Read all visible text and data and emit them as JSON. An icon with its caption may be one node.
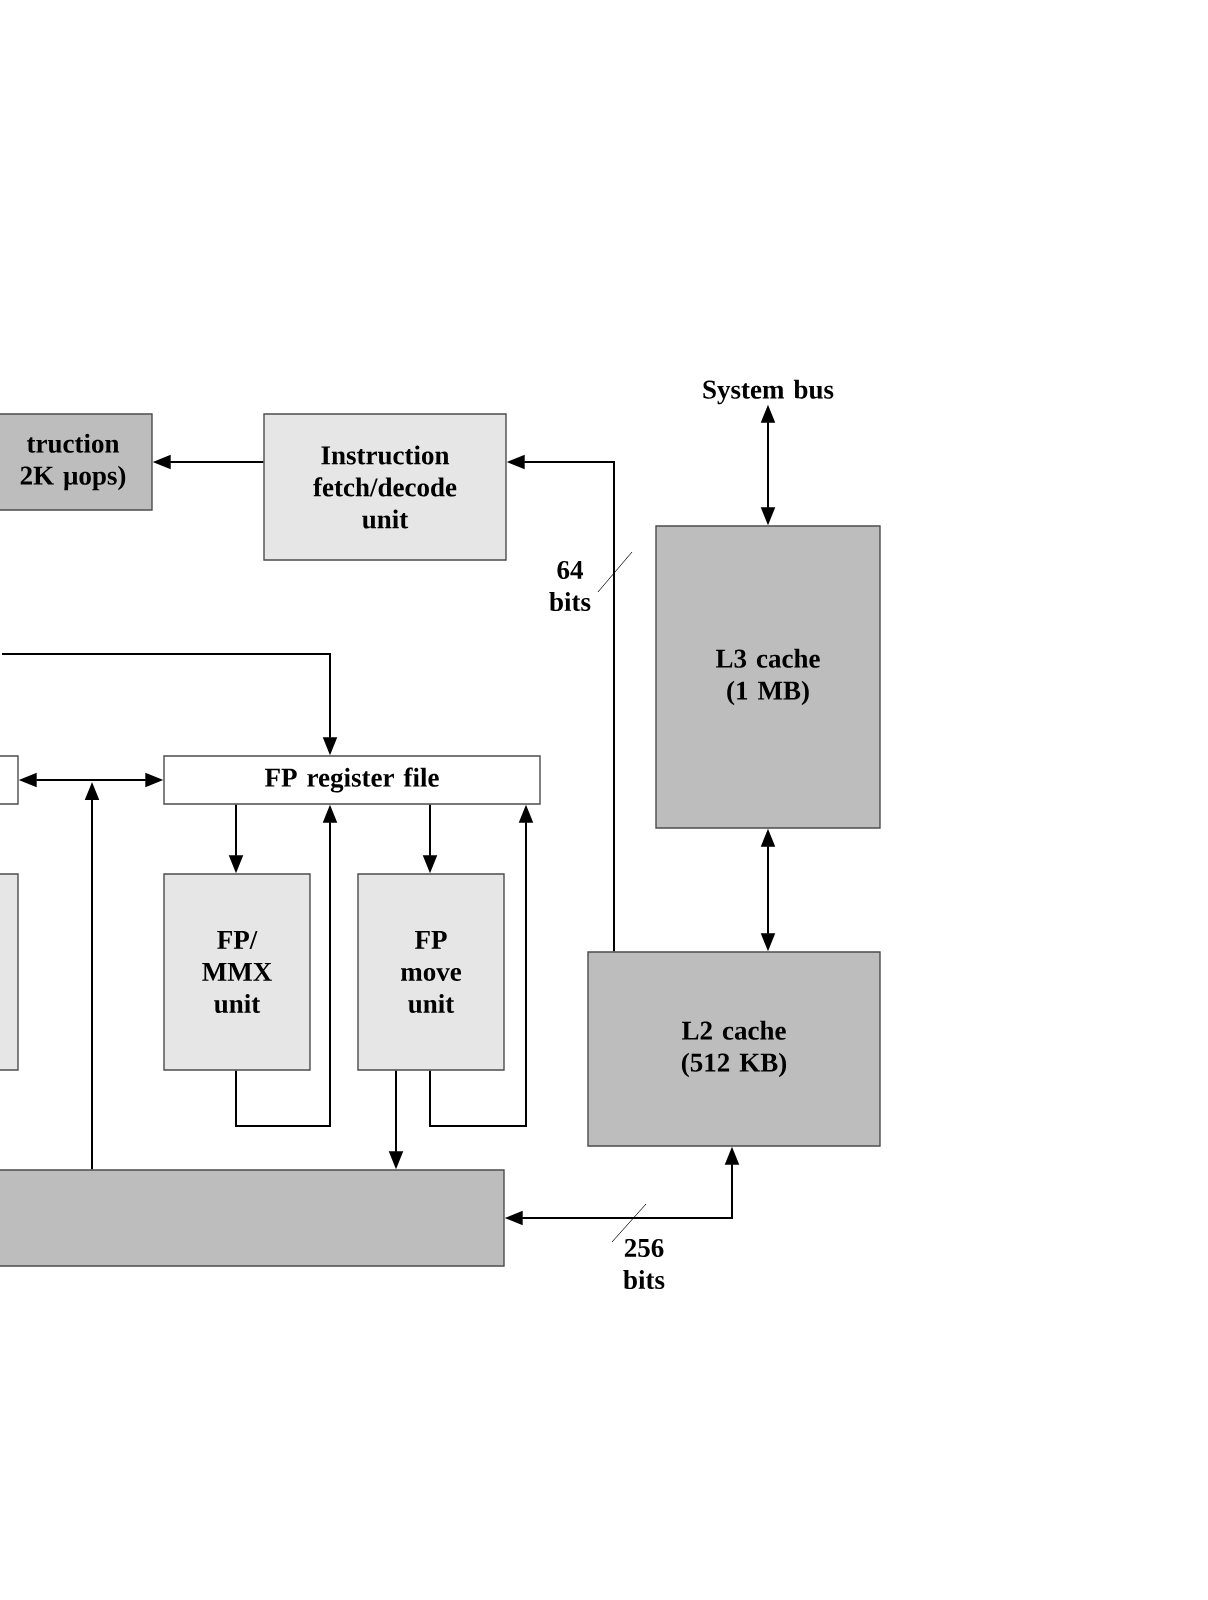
{
  "diagram": {
    "nodes": [
      {
        "text": [
          "truction 2K μops)"
        ]
      },
      {
        "text": [
          "Instruction fetch/decode unit"
        ]
      },
      {
        "text": [
          "System bus"
        ]
      },
      {
        "text": [
          "L3 cache (1 MB)"
        ]
      },
      {
        "text": [
          "L2 cache (512 KB)"
        ]
      },
      {
        "text": [],
        "shape": "box"
      },
      {
        "text": [
          "FP register file"
        ]
      },
      {
        "text": [],
        "shape": "box"
      },
      {
        "text": [
          "FP/ MMX unit"
        ]
      },
      {
        "text": [
          "FP move unit"
        ]
      },
      {
        "text": [],
        "shape": "box"
      }
    ],
    "edges": [
      {
        "from": 1,
        "to": 0,
        "arrow": "to"
      },
      {
        "from": 4,
        "to": 1,
        "arrow": "to",
        "label": "64 bits"
      },
      {
        "from": 2,
        "to": 3,
        "arrow": "both"
      },
      {
        "from": 3,
        "to": 4,
        "arrow": "both"
      },
      {
        "from": 4,
        "to": 10,
        "arrow": "both",
        "label": "256 bits"
      },
      {
        "from": null,
        "to": 6,
        "arrow": "to"
      },
      {
        "from": 5,
        "to": 6,
        "arrow": "both"
      },
      {
        "from": 10,
        "to": 6,
        "arrow": "to"
      },
      {
        "from": 6,
        "to": 8,
        "arrow": "to"
      },
      {
        "from": 6,
        "to": 9,
        "arrow": "to"
      },
      {
        "from": 8,
        "to": 6,
        "arrow": "to"
      },
      {
        "from": 9,
        "to": 6,
        "arrow": "to"
      },
      {
        "from": 9,
        "to": 10,
        "arrow": "to"
      }
    ]
  }
}
